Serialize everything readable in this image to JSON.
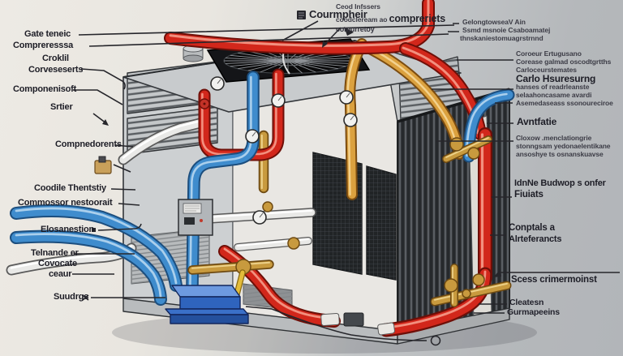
{
  "labels": {
    "left": [
      "Gate teneic",
      "Compreresssa",
      "Croklil",
      "Corveseserts",
      "Componenisoft",
      "Srtier",
      "Compnedorents",
      "Coodile Thentstiy",
      "Commossor nestoorait",
      "Elosanestion",
      "Telnande er",
      "Covocate",
      "ceaur",
      "Suudrgs"
    ],
    "top": {
      "tag": "Courmpheir",
      "line1": "Ceod Infssers",
      "line2_small": "coodcleream ao ",
      "line2_large": "compreriets",
      "line3": "comurretoy"
    },
    "right_a": [
      "GelongtowseaV Ain",
      "Ssmd msnoie Csaboamatej",
      "thnskaniestomuagrstrnnd"
    ],
    "right_b": [
      "Coroeur Ertugusano",
      "Corease galmad oscodtgrtths",
      "Carloceurstemates",
      "Carlo Hsuresurng"
    ],
    "right_c": [
      "hanses of readrleanste",
      "selaahoncasame avardi",
      "Asemedaseass ssonoureciroe"
    ],
    "right_d": "Avntfatie",
    "right_e": [
      "Cloxow .menclationgrie",
      "stonngsam yedonaelentikane",
      "ansoshye ts osnanskuavse"
    ],
    "right_f": [
      "IdnNe Budwop s onfer",
      "Fiuiats"
    ],
    "right_g": [
      "Conptals a",
      "Alrteferancts"
    ],
    "right_h": "Scess crimermoinst",
    "right_i": [
      "Cleatesn",
      "Gurmapeeins"
    ]
  },
  "colors": {
    "pipe_red": "#d2271b",
    "pipe_blue": "#3f8ccd",
    "pipe_orange": "#dba13f",
    "brass": "#c89a3e",
    "cabinet_gray": "#c9ccce",
    "coil_dark": "#33363a",
    "base_blue": "#2f64bd",
    "label_ink": "#1d1d26",
    "wall_gray": "#b7babd",
    "background_cream": "#ece9e3"
  },
  "icons": {
    "tag_icon": "dark-square-tag-icon",
    "elosanestion_marker": "small-black-square-marker",
    "suudrgs_marker": "x-marker",
    "callout_circle": "small-circle-callout",
    "brass_fitting": "brass-fitting-clipart"
  }
}
